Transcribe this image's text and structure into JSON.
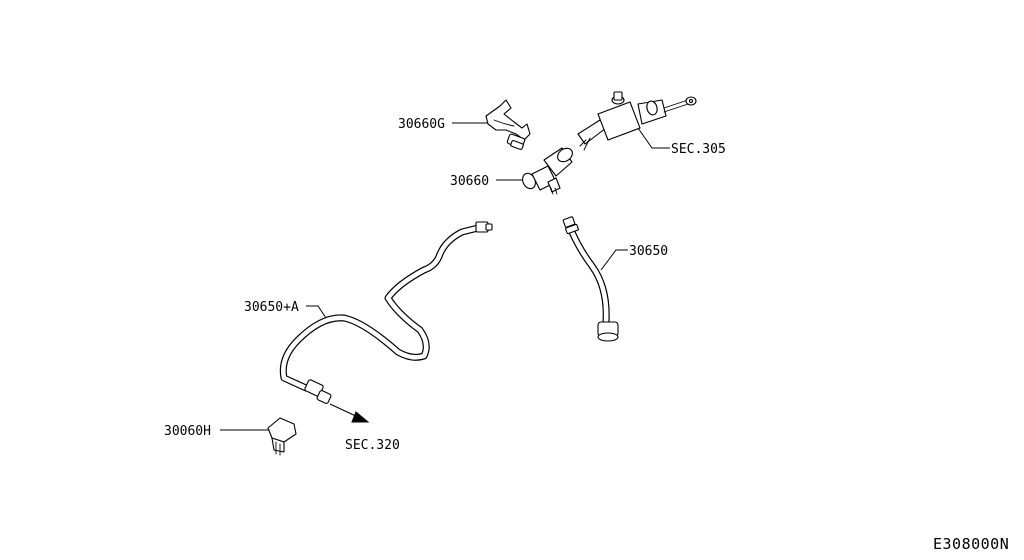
{
  "labels": {
    "clip": "30660G",
    "connector": "30660",
    "master_cylinder_ref": "SEC.305",
    "tube_right": "30650",
    "tube_left": "30650+A",
    "bracket": "30060H",
    "direction_ref": "SEC.320"
  },
  "figure_code": "E308000N"
}
